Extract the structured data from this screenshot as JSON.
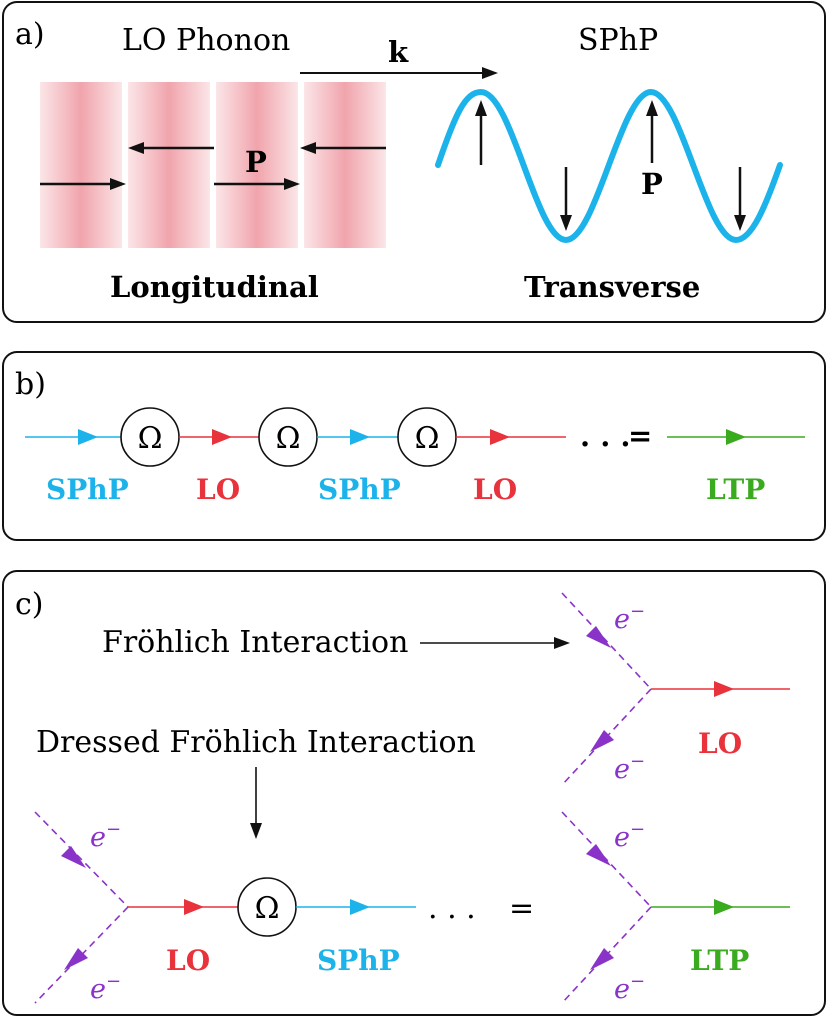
{
  "colors": {
    "sphp": "#1bb3ea",
    "lo": "#e8323c",
    "ltp": "#3aaa1e",
    "electron": "#8a33c8",
    "phonon_band": "#ef9aa3"
  },
  "panel_a": {
    "label": "a)",
    "lo_title": "LO Phonon",
    "sphp_title": "SPhP",
    "k_label": "k",
    "p_label_left": "P",
    "p_label_right": "P",
    "longitudinal": "Longitudinal",
    "transverse": "Transverse"
  },
  "panel_b": {
    "label": "b)",
    "omega": "Ω",
    "labels": [
      "SPhP",
      "LO",
      "SPhP",
      "LO",
      "LTP"
    ],
    "ellipsis": ". . .",
    "equals": "="
  },
  "panel_c": {
    "label": "c)",
    "frohlich": "Fröhlich Interaction",
    "dressed": "Dressed Fröhlich Interaction",
    "electron": "e",
    "electron_sup": "−",
    "omega": "Ω",
    "lo_label": "LO",
    "sphp_label": "SPhP",
    "ltp_label_top": "LO",
    "ltp_label_bottom": "LTP",
    "ellipsis": ". . .",
    "equals": "="
  }
}
